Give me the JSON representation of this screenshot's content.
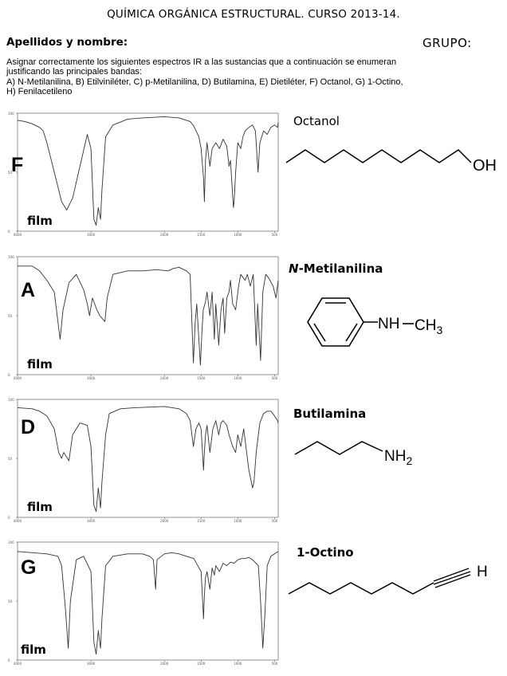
{
  "header": {
    "title": "QUÍMICA ORGÁNICA ESTRUCTURAL. CURSO 2013-14.",
    "name_label": "Apellidos y nombre:",
    "group_label": "GRUPO:"
  },
  "instructions": {
    "line1": "Asignar correctamente los siguientes espectros IR a las sustancias que a continuación se enumeran",
    "line2": "justificando las principales bandas:",
    "line3": " A) N-Metilanilina, B) Etilviniléter, C) p-Metilanilina, D) Butilamina, E) Dietiléter,  F) Octanol, G) 1-Octino,",
    "line4": "H) Fenilacetileno"
  },
  "spectra": [
    {
      "id": "F",
      "letter": "F",
      "sample": "film",
      "compound": "Octanol",
      "chart_data": {
        "type": "line",
        "title": "",
        "xlabel": "",
        "ylabel": "",
        "xlim": [
          4000,
          450
        ],
        "ylim": [
          0,
          100
        ],
        "x_reversed": true,
        "yticks": [
          "100",
          "50",
          "0"
        ],
        "xticks": [
          "4000",
          "3000",
          "2000",
          "1500",
          "1000",
          "500"
        ],
        "points": [
          [
            4000,
            94
          ],
          [
            3900,
            93
          ],
          [
            3800,
            91
          ],
          [
            3700,
            88
          ],
          [
            3650,
            85
          ],
          [
            3600,
            75
          ],
          [
            3500,
            50
          ],
          [
            3400,
            25
          ],
          [
            3330,
            18
          ],
          [
            3250,
            28
          ],
          [
            3150,
            55
          ],
          [
            3050,
            82
          ],
          [
            3000,
            70
          ],
          [
            2960,
            10
          ],
          [
            2930,
            5
          ],
          [
            2900,
            20
          ],
          [
            2870,
            10
          ],
          [
            2850,
            35
          ],
          [
            2800,
            80
          ],
          [
            2700,
            90
          ],
          [
            2500,
            95
          ],
          [
            2300,
            96
          ],
          [
            2000,
            97
          ],
          [
            1800,
            96
          ],
          [
            1650,
            93
          ],
          [
            1600,
            89
          ],
          [
            1530,
            80
          ],
          [
            1500,
            70
          ],
          [
            1467,
            45
          ],
          [
            1455,
            25
          ],
          [
            1440,
            60
          ],
          [
            1420,
            75
          ],
          [
            1380,
            55
          ],
          [
            1350,
            70
          ],
          [
            1300,
            75
          ],
          [
            1250,
            70
          ],
          [
            1200,
            78
          ],
          [
            1150,
            72
          ],
          [
            1120,
            55
          ],
          [
            1100,
            60
          ],
          [
            1060,
            20
          ],
          [
            1050,
            25
          ],
          [
            1030,
            50
          ],
          [
            1000,
            75
          ],
          [
            960,
            70
          ],
          [
            930,
            80
          ],
          [
            900,
            85
          ],
          [
            850,
            88
          ],
          [
            800,
            90
          ],
          [
            760,
            85
          ],
          [
            725,
            50
          ],
          [
            700,
            75
          ],
          [
            650,
            85
          ],
          [
            600,
            82
          ],
          [
            550,
            88
          ],
          [
            500,
            90
          ],
          [
            460,
            88
          ],
          [
            450,
            92
          ]
        ]
      }
    },
    {
      "id": "A",
      "letter": "A",
      "sample": "film",
      "compound": "N-Metilanilina",
      "chart_data": {
        "type": "line",
        "title": "",
        "xlabel": "",
        "ylabel": "",
        "xlim": [
          4000,
          450
        ],
        "ylim": [
          0,
          100
        ],
        "x_reversed": true,
        "yticks": [
          "100",
          "50",
          "0"
        ],
        "xticks": [
          "4000",
          "3000",
          "2000",
          "1500",
          "1000",
          "500"
        ],
        "points": [
          [
            4000,
            92
          ],
          [
            3800,
            92
          ],
          [
            3700,
            88
          ],
          [
            3600,
            80
          ],
          [
            3500,
            70
          ],
          [
            3420,
            30
          ],
          [
            3380,
            55
          ],
          [
            3300,
            78
          ],
          [
            3200,
            85
          ],
          [
            3100,
            72
          ],
          [
            3050,
            60
          ],
          [
            3020,
            50
          ],
          [
            2980,
            65
          ],
          [
            2920,
            55
          ],
          [
            2880,
            50
          ],
          [
            2810,
            45
          ],
          [
            2780,
            65
          ],
          [
            2700,
            85
          ],
          [
            2500,
            88
          ],
          [
            2300,
            88
          ],
          [
            2100,
            89
          ],
          [
            1950,
            88
          ],
          [
            1880,
            90
          ],
          [
            1800,
            91
          ],
          [
            1700,
            88
          ],
          [
            1650,
            85
          ],
          [
            1605,
            10
          ],
          [
            1580,
            45
          ],
          [
            1560,
            60
          ],
          [
            1510,
            8
          ],
          [
            1490,
            35
          ],
          [
            1470,
            55
          ],
          [
            1440,
            62
          ],
          [
            1420,
            70
          ],
          [
            1380,
            50
          ],
          [
            1350,
            70
          ],
          [
            1320,
            30
          ],
          [
            1300,
            60
          ],
          [
            1260,
            25
          ],
          [
            1230,
            55
          ],
          [
            1200,
            65
          ],
          [
            1180,
            35
          ],
          [
            1150,
            65
          ],
          [
            1120,
            70
          ],
          [
            1100,
            80
          ],
          [
            1070,
            60
          ],
          [
            1030,
            55
          ],
          [
            990,
            75
          ],
          [
            960,
            85
          ],
          [
            900,
            80
          ],
          [
            870,
            85
          ],
          [
            830,
            75
          ],
          [
            790,
            85
          ],
          [
            750,
            25
          ],
          [
            730,
            60
          ],
          [
            690,
            12
          ],
          [
            660,
            70
          ],
          [
            620,
            85
          ],
          [
            580,
            82
          ],
          [
            520,
            75
          ],
          [
            500,
            70
          ],
          [
            480,
            65
          ],
          [
            450,
            80
          ]
        ]
      }
    },
    {
      "id": "D",
      "letter": "D",
      "sample": "film",
      "compound": "Butilamina",
      "chart_data": {
        "type": "line",
        "title": "",
        "xlabel": "",
        "ylabel": "",
        "xlim": [
          4000,
          450
        ],
        "ylim": [
          0,
          100
        ],
        "x_reversed": true,
        "yticks": [
          "100",
          "50",
          "0"
        ],
        "xticks": [
          "4000",
          "3000",
          "2000",
          "1500",
          "1000",
          "500"
        ],
        "points": [
          [
            4000,
            93
          ],
          [
            3800,
            92
          ],
          [
            3700,
            90
          ],
          [
            3600,
            86
          ],
          [
            3500,
            75
          ],
          [
            3440,
            55
          ],
          [
            3400,
            50
          ],
          [
            3370,
            55
          ],
          [
            3300,
            48
          ],
          [
            3250,
            70
          ],
          [
            3150,
            80
          ],
          [
            3050,
            78
          ],
          [
            3000,
            60
          ],
          [
            2960,
            10
          ],
          [
            2930,
            5
          ],
          [
            2900,
            25
          ],
          [
            2870,
            8
          ],
          [
            2850,
            30
          ],
          [
            2800,
            70
          ],
          [
            2750,
            88
          ],
          [
            2600,
            92
          ],
          [
            2400,
            93
          ],
          [
            2000,
            94
          ],
          [
            1800,
            92
          ],
          [
            1700,
            88
          ],
          [
            1650,
            82
          ],
          [
            1605,
            60
          ],
          [
            1570,
            75
          ],
          [
            1530,
            80
          ],
          [
            1500,
            75
          ],
          [
            1467,
            40
          ],
          [
            1455,
            55
          ],
          [
            1440,
            70
          ],
          [
            1420,
            78
          ],
          [
            1380,
            55
          ],
          [
            1340,
            75
          ],
          [
            1300,
            82
          ],
          [
            1260,
            70
          ],
          [
            1230,
            80
          ],
          [
            1200,
            82
          ],
          [
            1150,
            78
          ],
          [
            1120,
            70
          ],
          [
            1070,
            60
          ],
          [
            1030,
            55
          ],
          [
            1000,
            70
          ],
          [
            960,
            60
          ],
          [
            920,
            75
          ],
          [
            880,
            55
          ],
          [
            850,
            40
          ],
          [
            800,
            25
          ],
          [
            780,
            30
          ],
          [
            750,
            55
          ],
          [
            720,
            70
          ],
          [
            700,
            80
          ],
          [
            650,
            88
          ],
          [
            600,
            90
          ],
          [
            550,
            90
          ],
          [
            500,
            86
          ],
          [
            460,
            82
          ],
          [
            450,
            80
          ]
        ]
      }
    },
    {
      "id": "G",
      "letter": "G",
      "sample": "film",
      "compound": "1-Octino",
      "chart_data": {
        "type": "line",
        "title": "",
        "xlabel": "",
        "ylabel": "",
        "xlim": [
          4000,
          450
        ],
        "ylim": [
          0,
          100
        ],
        "x_reversed": true,
        "yticks": [
          "100",
          "50",
          "0"
        ],
        "xticks": [
          "4000",
          "3000",
          "2000",
          "1500",
          "1000",
          "500"
        ],
        "points": [
          [
            4000,
            92
          ],
          [
            3800,
            91
          ],
          [
            3600,
            90
          ],
          [
            3450,
            88
          ],
          [
            3400,
            80
          ],
          [
            3350,
            45
          ],
          [
            3310,
            10
          ],
          [
            3280,
            50
          ],
          [
            3200,
            85
          ],
          [
            3100,
            88
          ],
          [
            3000,
            75
          ],
          [
            2960,
            15
          ],
          [
            2930,
            5
          ],
          [
            2900,
            25
          ],
          [
            2870,
            10
          ],
          [
            2850,
            35
          ],
          [
            2800,
            80
          ],
          [
            2700,
            88
          ],
          [
            2500,
            90
          ],
          [
            2300,
            90
          ],
          [
            2200,
            88
          ],
          [
            2150,
            85
          ],
          [
            2120,
            60
          ],
          [
            2100,
            85
          ],
          [
            2000,
            90
          ],
          [
            1900,
            91
          ],
          [
            1800,
            90
          ],
          [
            1700,
            88
          ],
          [
            1600,
            86
          ],
          [
            1500,
            75
          ],
          [
            1467,
            35
          ],
          [
            1455,
            55
          ],
          [
            1440,
            70
          ],
          [
            1420,
            75
          ],
          [
            1380,
            60
          ],
          [
            1350,
            78
          ],
          [
            1320,
            72
          ],
          [
            1300,
            80
          ],
          [
            1250,
            75
          ],
          [
            1200,
            82
          ],
          [
            1150,
            80
          ],
          [
            1100,
            83
          ],
          [
            1050,
            82
          ],
          [
            1000,
            85
          ],
          [
            950,
            86
          ],
          [
            900,
            86
          ],
          [
            850,
            87
          ],
          [
            800,
            85
          ],
          [
            720,
            80
          ],
          [
            690,
            50
          ],
          [
            660,
            10
          ],
          [
            630,
            40
          ],
          [
            600,
            80
          ],
          [
            550,
            88
          ],
          [
            500,
            90
          ],
          [
            450,
            92
          ]
        ]
      }
    }
  ]
}
